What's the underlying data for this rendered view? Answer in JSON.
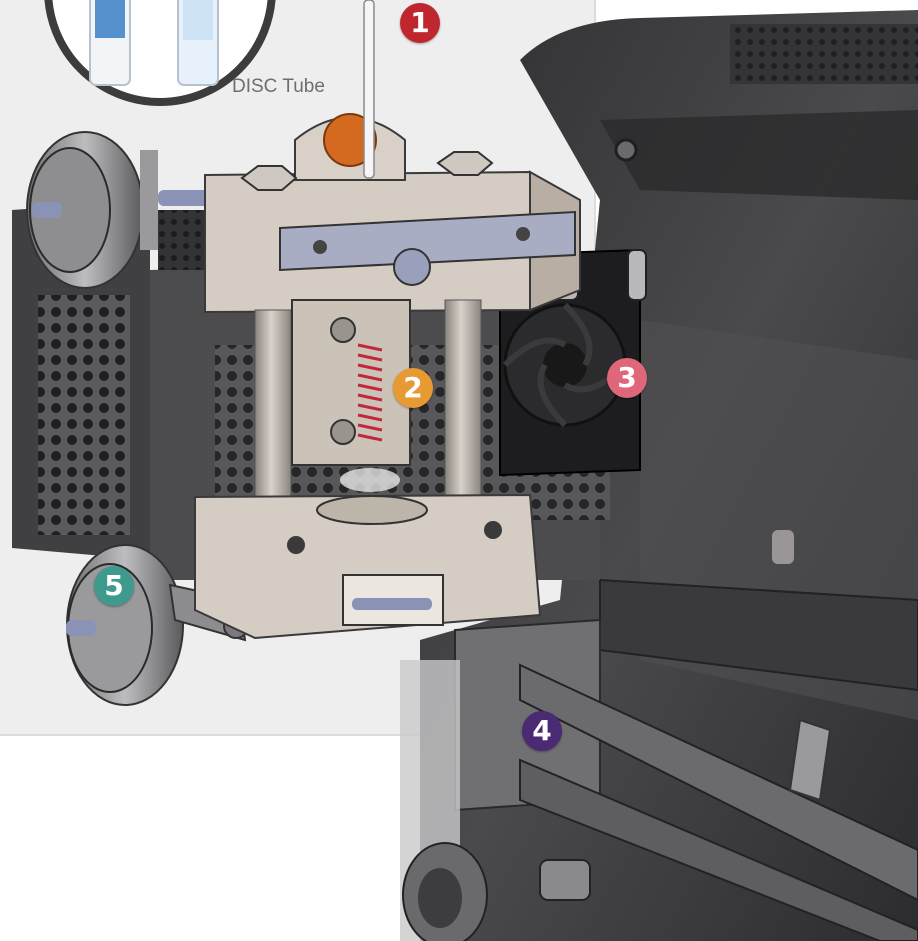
{
  "labels": {
    "disc_tube": "DISC Tube"
  },
  "callouts": [
    {
      "number": "1",
      "color": "#c0262d"
    },
    {
      "number": "2",
      "color": "#e89a32"
    },
    {
      "number": "3",
      "color": "#e0677a"
    },
    {
      "number": "4",
      "color": "#4a2a72"
    },
    {
      "number": "5",
      "color": "#3e9a8c"
    }
  ],
  "colors": {
    "panel_background": "#eeeeee",
    "housing": "#3a3a3c",
    "block": "#d5ccc3",
    "bracket": "#a8adc4",
    "spring": "#c3283a",
    "knob": "#d36a1f"
  }
}
